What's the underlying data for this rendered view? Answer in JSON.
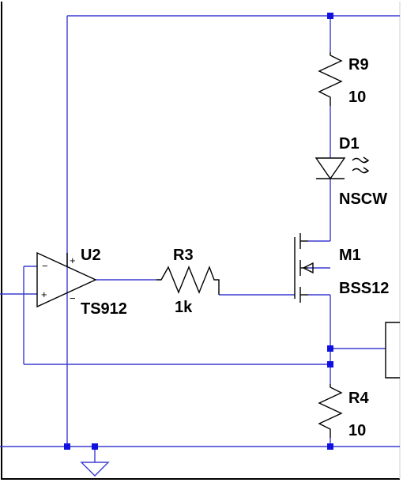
{
  "components": {
    "r9": {
      "ref": "R9",
      "value": "10"
    },
    "d1": {
      "ref": "D1",
      "value": "NSCW"
    },
    "m1": {
      "ref": "M1",
      "value": "BSS12"
    },
    "u2": {
      "ref": "U2",
      "value": "TS912",
      "plus": "+",
      "minus": "−",
      "in_minus": "−",
      "in_plus": "+"
    },
    "r3": {
      "ref": "R3",
      "value": "1k"
    },
    "r4": {
      "ref": "R4",
      "value": "10"
    }
  },
  "colors": {
    "wire": "#3b3bd0",
    "junction": "#1010e0",
    "component": "#000000",
    "background": "#ffffff"
  }
}
